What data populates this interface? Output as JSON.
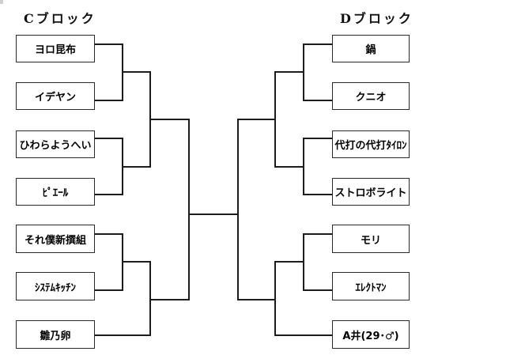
{
  "bracket": {
    "blocks": {
      "c": {
        "title": "Cブロック",
        "players": [
          "ヨロ昆布",
          "イデヤン",
          "ひわらようへい",
          "ﾋﾟｴｰﾙ",
          "それ僕新撰組",
          "ｼｽﾃﾑｷｯﾁﾝ",
          "雛乃卵"
        ]
      },
      "d": {
        "title": "Dブロック",
        "players": [
          "鍋",
          "クニオ",
          "代打の代打ﾀｲﾛﾝ",
          "ストロボライト",
          "モリ",
          "ｴﾚｸﾄﾏﾝ",
          "A井(29･♂)"
        ]
      }
    }
  },
  "colors": {
    "background": "#ffffff",
    "line": "#1c1c1c",
    "box_border": "#2a2a2a",
    "text": "#000000"
  }
}
